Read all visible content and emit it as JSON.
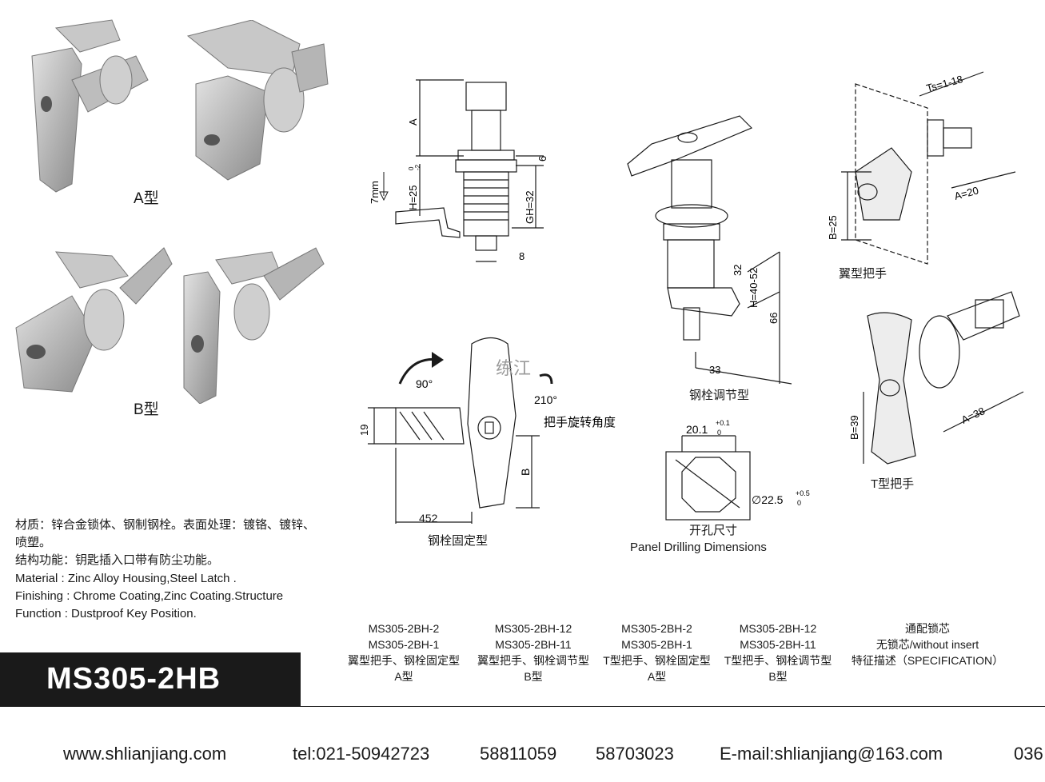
{
  "photos": {
    "type_a_label": "A型",
    "type_b_label": "B型"
  },
  "drawings": {
    "side_view": {
      "dim_a": "A",
      "dim_6": "6",
      "dim_h": "H=25",
      "dim_h_tol_upper": "0",
      "dim_h_tol_lower": "-2",
      "dim_7mm": "7mm",
      "dim_gh": "GH=32",
      "dim_8": "8"
    },
    "rotation_view": {
      "angle_90": "90°",
      "angle_210": "210°",
      "handle_rotation_label": "把手旋转角度",
      "dim_19": "19",
      "dim_b": "B",
      "dim_452": "452",
      "fixed_latch_label": "钢栓固定型",
      "watermark": "练江"
    },
    "adjustable_view": {
      "dim_32": "32",
      "dim_h": "H=40-52",
      "dim_66": "66",
      "dim_33": "33",
      "adjustable_latch_label": "钢栓调节型"
    },
    "panel_cutout": {
      "width": "20.1",
      "width_tol_upper": "+0.1",
      "width_tol_lower": "0",
      "diameter": "∅22.5",
      "diameter_tol_upper": "+0.5",
      "diameter_tol_lower": "0",
      "label_cn": "开孔尺寸",
      "label_en": "Panel Drilling Dimensions"
    },
    "wing_handle": {
      "dim_ts": "Ts=1-18",
      "dim_a": "A=20",
      "dim_b": "B=25",
      "label": "翼型把手"
    },
    "t_handle": {
      "dim_b": "B=39",
      "dim_a": "A=38",
      "label": "T型把手"
    }
  },
  "spec_text": {
    "material_cn": "材质：锌合金锁体、钢制钢栓。表面处理：镀铬、镀锌、",
    "material_cn_2": "喷塑。",
    "function_cn": "结构功能：钥匙插入口带有防尘功能。",
    "material_en": "Material : Zinc Alloy Housing,Steel Latch .",
    "finishing_en": "Finishing : Chrome Coating,Zinc Coating.Structure",
    "function_en": "Function : Dustproof Key Position."
  },
  "spec_table": [
    {
      "line1": "MS305-2BH-2",
      "line2": "MS305-2BH-1",
      "line3": "翼型把手、钢栓固定型",
      "line4": "A型"
    },
    {
      "line1": "MS305-2BH-12",
      "line2": "MS305-2BH-11",
      "line3": "翼型把手、钢栓调节型",
      "line4": "B型"
    },
    {
      "line1": "MS305-2BH-2",
      "line2": "MS305-2BH-1",
      "line3": "T型把手、钢栓固定型",
      "line4": "A型"
    },
    {
      "line1": "MS305-2BH-12",
      "line2": "MS305-2BH-11",
      "line3": "T型把手、钢栓调节型",
      "line4": "B型"
    },
    {
      "line1": "通配锁芯",
      "line2": "无锁芯/without insert",
      "line3": "特征描述（SPECIFICATION）",
      "line4": ""
    }
  ],
  "product_code": "MS305-2HB",
  "footer": {
    "website": "www.shlianjiang.com",
    "tel": "tel:021-50942723",
    "phone2": "58811059",
    "phone3": "58703023",
    "email": "E-mail:shlianjiang@163.com",
    "page_number": "036"
  }
}
